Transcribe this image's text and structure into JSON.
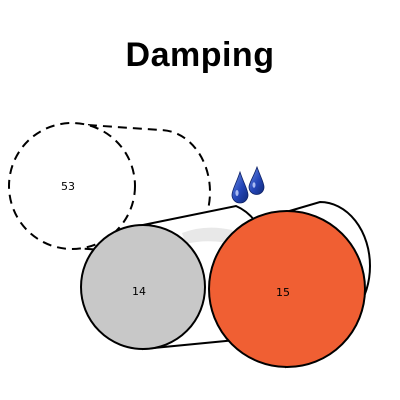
{
  "title": "Damping",
  "rolls": {
    "dashed": {
      "label": "53",
      "style": "dashed",
      "fill": "#ffffff"
    },
    "left": {
      "label": "14",
      "fill": "#c8c8c8"
    },
    "right": {
      "label": "15",
      "fill": "#f05f33"
    }
  },
  "water": {
    "icon": "water-drops-icon",
    "color": "#1e3fae"
  },
  "colors": {
    "stroke": "#000000",
    "film": "#e8e8e8"
  }
}
